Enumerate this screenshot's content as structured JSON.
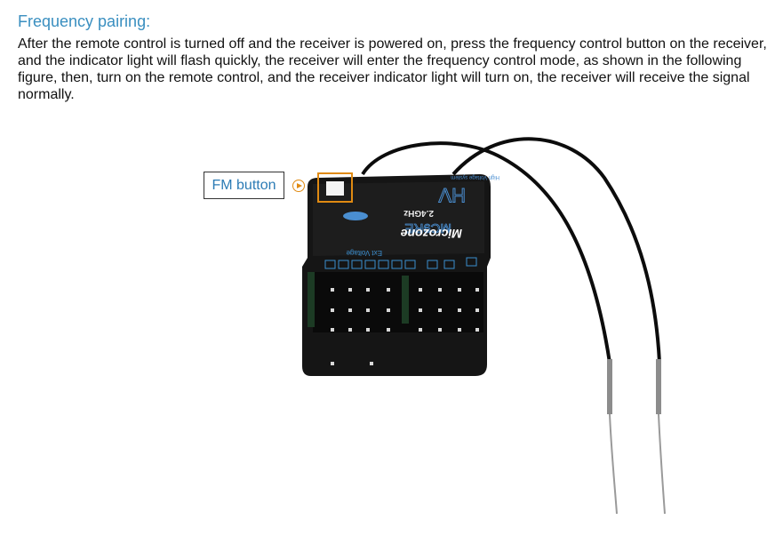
{
  "section": {
    "heading": "Frequency pairing:",
    "paragraph": "After the remote control is turned off and the receiver is powered on, press the frequency control button on the receiver, and the indicator light will flash quickly, the receiver will enter the frequency control mode, as shown in the following figure, then, turn on the remote control, and the receiver indicator light will turn on, the receiver will receive the signal normally."
  },
  "figure": {
    "callout_label": "FM button",
    "receiver_labels": {
      "brand": "Microzone",
      "model": "MC9RE",
      "band": "2.4GHz",
      "hv": "HV",
      "hv_sub": "High Voltage system",
      "ext_voltage": "Ext Voltage"
    },
    "colors": {
      "heading": "#3a8fc0",
      "callout_text": "#2b7bb5",
      "fm_highlight": "#e08a12",
      "receiver_body": "#151515",
      "label_blue": "#3b8fd0"
    }
  }
}
